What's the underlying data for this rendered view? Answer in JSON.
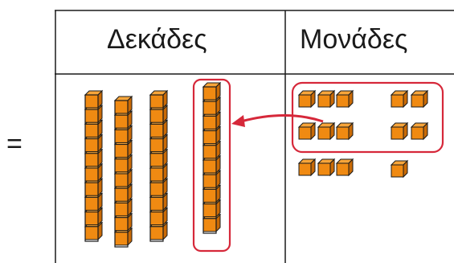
{
  "equals_sign": "=",
  "table": {
    "columns": [
      "Δεκάδες",
      "Μονάδες"
    ]
  },
  "tens": {
    "count": 4,
    "blocks_per_rod": 10,
    "circled_rod": 4
  },
  "ones": {
    "count": 14,
    "circled_count": 10,
    "arrow_to": "tens-rod-4"
  },
  "colors": {
    "cube_front": "#f08a12",
    "cube_top": "#f7a53a",
    "cube_side": "#c96a06",
    "outline": "#1a1a1a",
    "highlight": "#d6283a",
    "grid_line": "#1a1a1a"
  },
  "icons": [
    "ten-rod-icon",
    "unit-cube-icon",
    "arrow-icon"
  ]
}
